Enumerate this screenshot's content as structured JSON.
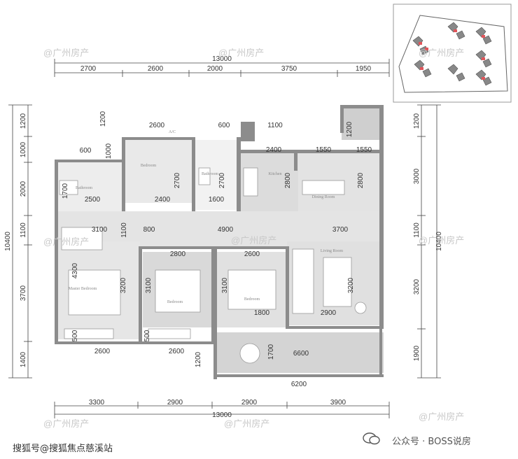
{
  "watermark": "@广州房产",
  "footer_left": "搜狐号@搜狐焦点慈溪站",
  "footer_right": "公众号 · BOSS说房",
  "top_dims": {
    "total": "13000",
    "segments": [
      "2700",
      "2600",
      "2000",
      "3750",
      "1950"
    ]
  },
  "bottom_dims": {
    "total": "13000",
    "segments": [
      "3300",
      "2900",
      "2900",
      "3900"
    ]
  },
  "left_dims": {
    "total": "10400",
    "segments": [
      "1200",
      "1000",
      "2000",
      "1100",
      "3700",
      "1400"
    ]
  },
  "right_dims": {
    "total": "10400",
    "segments": [
      "1200",
      "3000",
      "1100",
      "3200",
      "1900"
    ]
  },
  "inner_dims": [
    "2600",
    "600",
    "1100",
    "600",
    "1000",
    "2400",
    "1550",
    "1550",
    "1700",
    "2500",
    "2700",
    "2700",
    "2400",
    "1600",
    "2800",
    "2800",
    "3100",
    "1100",
    "800",
    "4900",
    "3700",
    "2800",
    "2600",
    "4300",
    "3200",
    "3100",
    "3100",
    "3200",
    "1800",
    "2900",
    "500",
    "500",
    "2600",
    "2600",
    "1200",
    "1700",
    "6600",
    "6200",
    "1200",
    "1200"
  ],
  "rooms": [
    "Bedroom",
    "Bathroom",
    "Bathroom",
    "Kitchen",
    "Dining Room",
    "Living Room",
    "Master Bedroom",
    "Bedroom",
    "Bedroom",
    "A/C"
  ]
}
